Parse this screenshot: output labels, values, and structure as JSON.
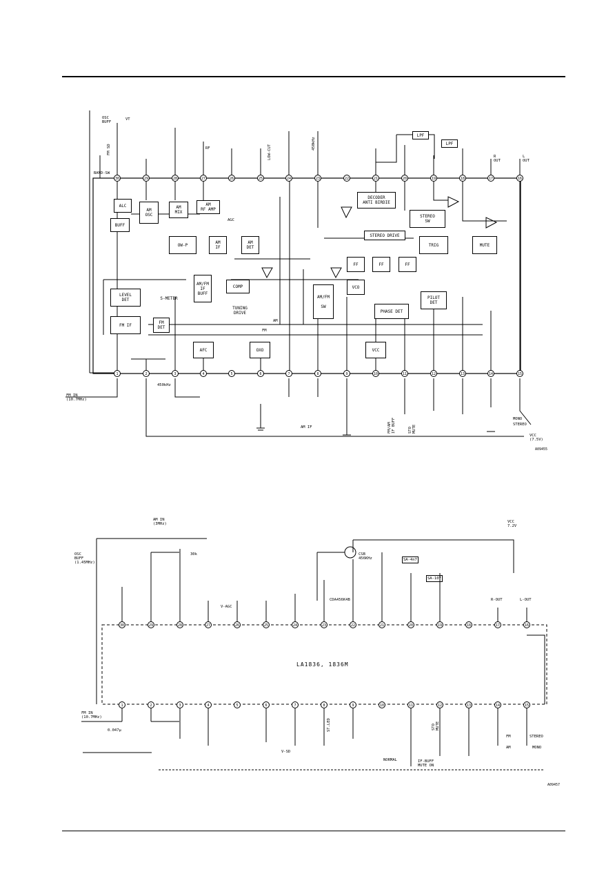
{
  "top_diagram": {
    "blocks": {
      "alc": "ALC",
      "am_osc": "AM\nOSC",
      "am_mix": "AM\nMIX",
      "am_rf_amp": "AM\nRF AMP",
      "buff": "BUFF",
      "ow_p": "OW-P",
      "am_if": "AM\nIF",
      "am_det": "AM\nDET",
      "am_fm_if_buff": "AM/FM\nIF\nBUFF",
      "comp": "COMP",
      "tuning_drive": "TUNING\nDRIVE",
      "level_det": "LEVEL\nDET",
      "fm_if": "FM IF",
      "fm_det": "FM\nDET",
      "s_meter": "S-METER",
      "afc": "AFC",
      "oxo": "OXO",
      "decoder": "DECODER\nANTI BIRDIE",
      "stereo_sw": "STEREO\nSW",
      "stereo_drive": "STEREO DRIVE",
      "trig": "TRIG",
      "ff1": "FF",
      "ff2": "FF",
      "ff3": "FF",
      "vco": "VCO",
      "am_fm_sw": "AM/FM\n\nSW",
      "pilot_det": "PILOT\nDET",
      "phase_det": "PHASE DET",
      "vcc": "VCC",
      "mute": "MUTE",
      "lpf1": "LPF",
      "lpf2": "LPF"
    },
    "labels": {
      "osc_buff": "OSC\nBUFF",
      "vt": "VT",
      "fm_sd": "FM SD",
      "band_sw": "BAND-SW",
      "lowcut": "LOW-CUT",
      "rf": "RF",
      "ifreq": "450kHz",
      "r_out": "R\nOUT",
      "l_out": "L\nOUT",
      "agc": "AGC",
      "fm_in": "FM IN\n(10.7MHz)",
      "freq_450": "450kHz",
      "am_if": "AM IF",
      "fm_label": "FM",
      "am_label": "AM",
      "vcc_label": "VCC\n(7.5V)",
      "mono": "MONO",
      "stereo": "STEREO",
      "fm_if_buff": "FM/AM\nIF BUFF",
      "sto_mute": "STO\nMUTE",
      "tag_top": "A09455"
    },
    "pins_top": [
      "30",
      "29",
      "28",
      "27",
      "26",
      "25",
      "24",
      "23",
      "22",
      "21",
      "20",
      "19",
      "18",
      "17",
      "16"
    ],
    "pins_bottom": [
      "1",
      "2",
      "3",
      "4",
      "5",
      "6",
      "7",
      "8",
      "9",
      "10",
      "11",
      "12",
      "13",
      "14",
      "15"
    ]
  },
  "bottom_diagram": {
    "ic_name": "LA1836, 1836M",
    "labels": {
      "am_in": "AM IN\n(3MHz)",
      "osc_buff": "OSC\nBUFF\n(1.45MHz)",
      "fm_in": "FM IN\n(10.7MHz)",
      "cap_0047": "0.047μ",
      "res_30k": "30k",
      "vcc_72": "VCC\n7.2V",
      "csb": "CSB\n456KHz",
      "r_out": "R-OUT",
      "l_out": "L-OUT",
      "sa_4n7": "SA-4n7",
      "sa_107": "SA-107",
      "vcc_ic": "V-AGC",
      "cds": "CDA456K4B",
      "fm": "FM",
      "am": "AM",
      "stereo": "STEREO",
      "mono": "MONO",
      "normal": "NORMAL",
      "if_buff_mute": "IF-BUFF\nMUTE ON",
      "sto_mute": "STO\nMUTE",
      "tag_bottom": "A09457",
      "v_sd": "V-SD",
      "st_led": "ST.LED"
    },
    "pins_top": [
      "30",
      "29",
      "28",
      "27",
      "26",
      "25",
      "24",
      "23",
      "22",
      "21",
      "20",
      "19",
      "18",
      "17",
      "16"
    ],
    "pins_bottom": [
      "1",
      "2",
      "3",
      "4",
      "5",
      "6",
      "7",
      "8",
      "9",
      "10",
      "11",
      "12",
      "13",
      "14",
      "15"
    ]
  }
}
